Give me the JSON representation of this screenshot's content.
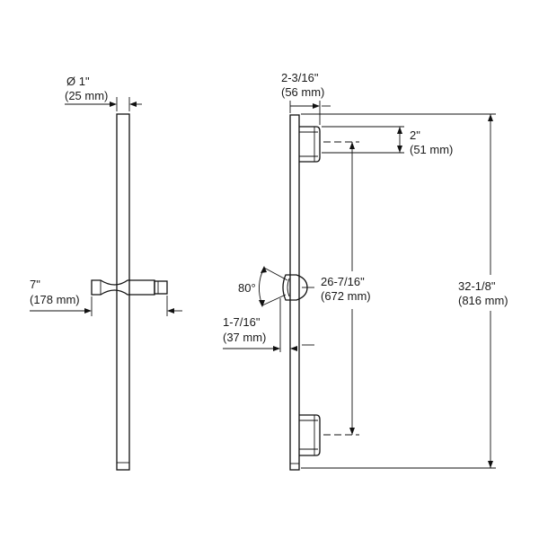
{
  "side_view": {
    "diameter": {
      "imperial": "Ø 1\"",
      "metric": "(25 mm)"
    },
    "holder_width": {
      "imperial": "7\"",
      "metric": "(178 mm)"
    }
  },
  "front_view": {
    "depth": {
      "imperial": "2-3/16\"",
      "metric": "(56 mm)"
    },
    "bracket_height": {
      "imperial": "2\"",
      "metric": "(51 mm)"
    },
    "angle": {
      "value": "80°"
    },
    "holder_offset": {
      "imperial": "1-7/16\"",
      "metric": "(37 mm)"
    },
    "mount_spacing": {
      "imperial": "26-7/16\"",
      "metric": "(672 mm)"
    },
    "overall_length": {
      "imperial": "32-1/8\"",
      "metric": "(816 mm)"
    }
  }
}
